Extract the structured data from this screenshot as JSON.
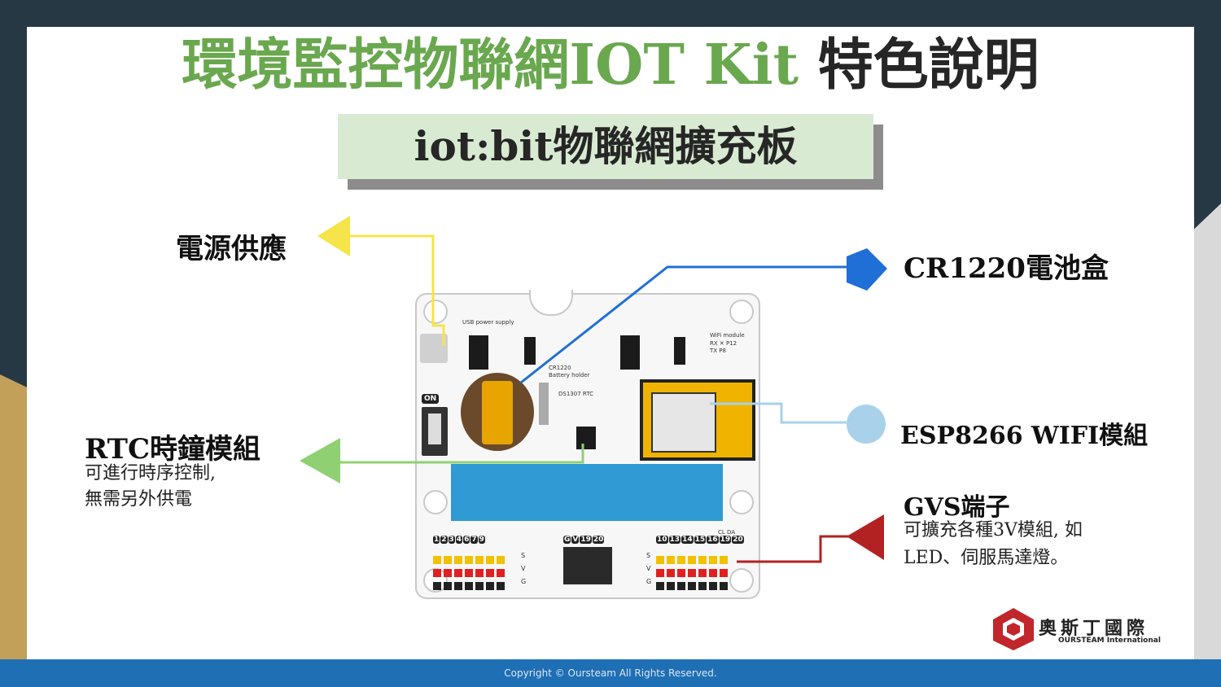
{
  "title": {
    "green": "環境監控物聯網IOT Kit",
    "dark": " 特色說明"
  },
  "subtitle": "iot:bit物聯網擴充板",
  "callouts": {
    "power": {
      "label": "電源供應",
      "color": "#f5e44a"
    },
    "battery": {
      "label": "CR1220電池盒",
      "color": "#1f6fd6"
    },
    "rtc": {
      "label": "RTC時鐘模組",
      "desc_line1": "可進行時序控制,",
      "desc_line2": "無需另外供電",
      "color": "#8fd073"
    },
    "wifi": {
      "label": "ESP8266 WIFI模組",
      "color": "#a9d2ea"
    },
    "gvs": {
      "label": "GVS端子",
      "desc_line1": "可擴充各種3V模組, 如",
      "desc_line2": "LED、伺服馬達燈。",
      "color": "#b22222"
    }
  },
  "board": {
    "usb_label": "USB power supply",
    "battery_label1": "CR1220",
    "battery_label2": "Battery holder",
    "rtc_label": "DS1307 RTC",
    "wifi_label1": "WiFi module",
    "wifi_label2": "RX ✕ P12",
    "wifi_label3": "TX    P8",
    "on_label": "ON",
    "left_pins": [
      "1",
      "2",
      "3",
      "4",
      "6",
      "7",
      "9"
    ],
    "mid_pins": [
      "G",
      "V",
      "19",
      "20"
    ],
    "right_pins": [
      "10",
      "13",
      "14",
      "15",
      "16",
      "19",
      "20"
    ],
    "cl_da": "CL DA",
    "gvs_s": "S",
    "gvs_v": "V",
    "gvs_g": "G"
  },
  "logo": {
    "cn": "奧斯丁國際",
    "en": "OURSTEAM International"
  },
  "footer": "Copyright © Oursteam All Rights Reserved."
}
